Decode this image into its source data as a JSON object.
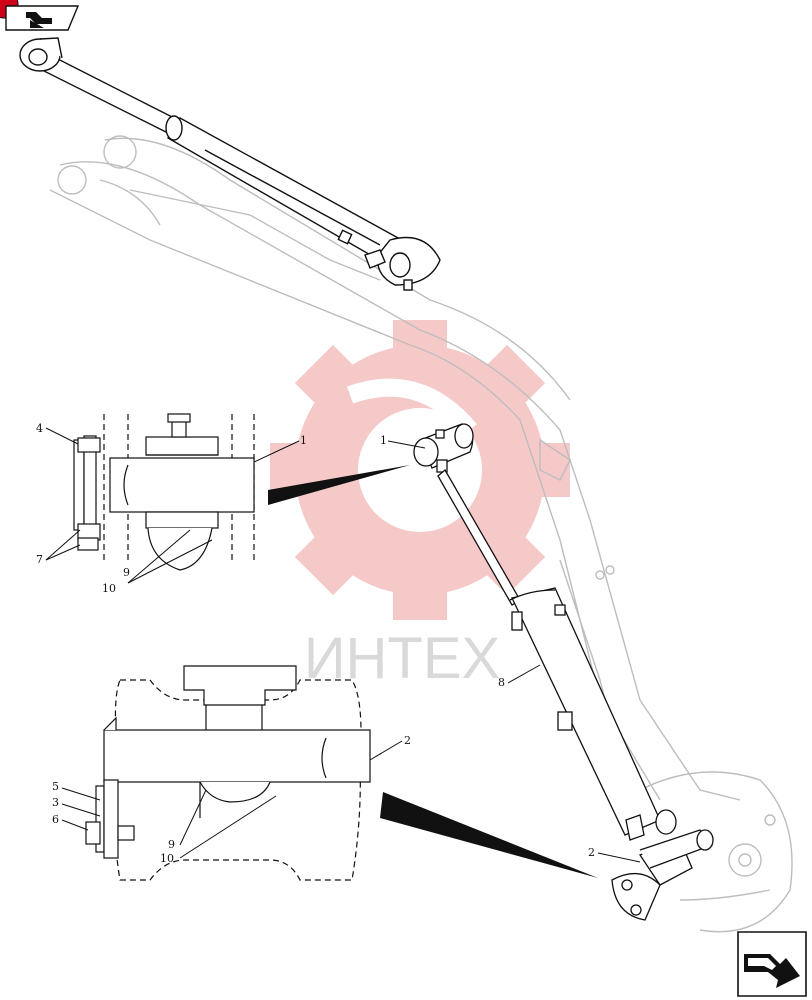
{
  "toolbar": {
    "prev_icon": "arrow-back-icon",
    "next_icon": "arrow-forward-icon"
  },
  "watermark": {
    "text": "ИНТЕХ",
    "logo": "gear-logo",
    "logo_color": "#f4b8b8",
    "text_color": "#d9d9d9"
  },
  "callouts": {
    "pin_top": "1",
    "pin_top_detail": "1",
    "pin_bottom": "2",
    "pin_bottom_detail": "2",
    "washer": "3",
    "bolt_top": "4",
    "bolt_bottom": "5",
    "nut": "6",
    "nut_washer": "7",
    "cylinder": "8",
    "bushing_a": "9",
    "bushing_b": "10",
    "bushing_a2": "9",
    "bushing_b2": "10"
  }
}
